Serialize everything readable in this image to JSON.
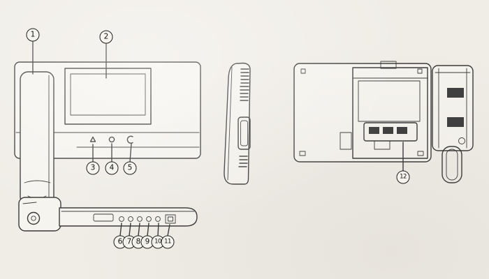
{
  "figure": {
    "type": "line-art parts diagram of a wall-mounted video intercom monitor, four views (front, side, rear, bottom)"
  },
  "colors": {
    "paper": "#f0ede7",
    "line": "#3a3a3a"
  },
  "callouts": [
    {
      "label": "1"
    },
    {
      "label": "2"
    },
    {
      "label": "3"
    },
    {
      "label": "4"
    },
    {
      "label": "5"
    },
    {
      "label": "6"
    },
    {
      "label": "7"
    },
    {
      "label": "8"
    },
    {
      "label": "9"
    },
    {
      "label": "10"
    },
    {
      "label": "11"
    },
    {
      "label": "12"
    }
  ]
}
